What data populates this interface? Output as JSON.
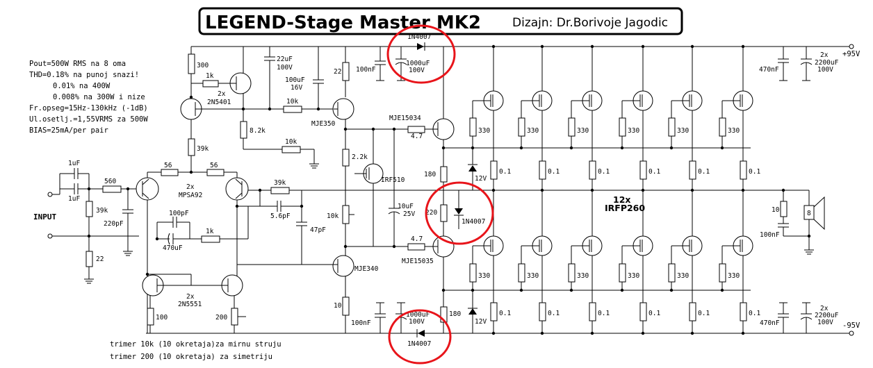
{
  "title": {
    "text": "LEGEND-Stage Master MK2",
    "author": "Dizajn: Dr.Borivoje Jagodic"
  },
  "specs": [
    "Pout=500W RMS na 8 oma",
    "THD=0.18% na punoj snazi!",
    "0.01% na 400W",
    "0.008% na 300W i nize",
    "Fr.opseg=15Hz-130kHz (-1dB)",
    "Ul.osetlj.=1,55VRMS za 500W",
    "BIAS=25mA/per pair"
  ],
  "notes": [
    "trimer 10k (10 okretaja)za mirnu struju",
    "trimer 200 (10 okretaja) za simetriju"
  ],
  "rails": {
    "pos": "+95V",
    "neg": "-95V"
  },
  "input": {
    "label": "INPUT"
  },
  "components": {
    "r300": "300",
    "r1k_top": "1k",
    "q_2n5401_qty": "2x",
    "q_2n5401": "2N5401",
    "r8k2": "8.2k",
    "r10k_a": "10k",
    "r10k_b": "10k",
    "r39k_a": "39k",
    "c1uf_a": "1uF",
    "c1uf_b": "1uF",
    "r560": "560",
    "r39k_b": "39k",
    "c220pf": "220pF",
    "r22_in": "22",
    "r56_a": "56",
    "r56_b": "56",
    "q_mpsa92_qty": "2x",
    "q_mpsa92": "MPSA92",
    "r39k_fb": "39k",
    "c5p6": "5.6pF",
    "c47p": "47pF",
    "c100pf_fb": "100pF",
    "c470uf_fb": "470uF",
    "r1k_fb": "1k",
    "q_2n5551_qty": "2x",
    "q_2n5551": "2N5551",
    "r100": "100",
    "trim200": "200",
    "c22uf": "22uF",
    "c22uf_v": "100V",
    "c100uf": "100uF",
    "c100uf_v": "16V",
    "r22_vas": "22",
    "q_mje350": "MJE350",
    "r2k2": "2.2k",
    "q_irf510": "IRF510",
    "trim10k": "10k",
    "c10uf": "10uF",
    "c10uf_v": "25V",
    "q_mje340": "MJE340",
    "r10_vas": "10",
    "c100nf_top": "100nF",
    "c100nf_bot": "100nF",
    "d_top": "1N4007",
    "c1000uf_top": "1000uF",
    "c1000uf_top_v": "100V",
    "d_bot": "1N4007",
    "c1000uf_bot": "1000uF",
    "c1000uf_bot_v": "100V",
    "q_mje15034": "MJE15034",
    "r4_7_top": "4.7",
    "q_mje15035": "MJE15035",
    "r4_7_bot": "4.7",
    "r180_top": "180",
    "r180_bot": "180",
    "z12v_top": "12V",
    "z12v_bot": "12V",
    "r220": "220",
    "d_mid": "1N4007",
    "gate_res": "330",
    "source_res": "0.1",
    "mosfet_qty": "12x",
    "mosfet": "IRFP260",
    "c470nf_top": "470nF",
    "c470nf_bot": "470nF",
    "c2200_qty_top": "2x",
    "c2200_top": "2200uF",
    "c2200_top_v": "100V",
    "c2200_qty_bot": "2x",
    "c2200_bot": "2200uF",
    "c2200_bot_v": "100V",
    "zobel_r": "10",
    "zobel_c": "100nF",
    "speaker": "8"
  },
  "colors": {
    "highlight": "#e8141a",
    "ink": "#000000"
  }
}
